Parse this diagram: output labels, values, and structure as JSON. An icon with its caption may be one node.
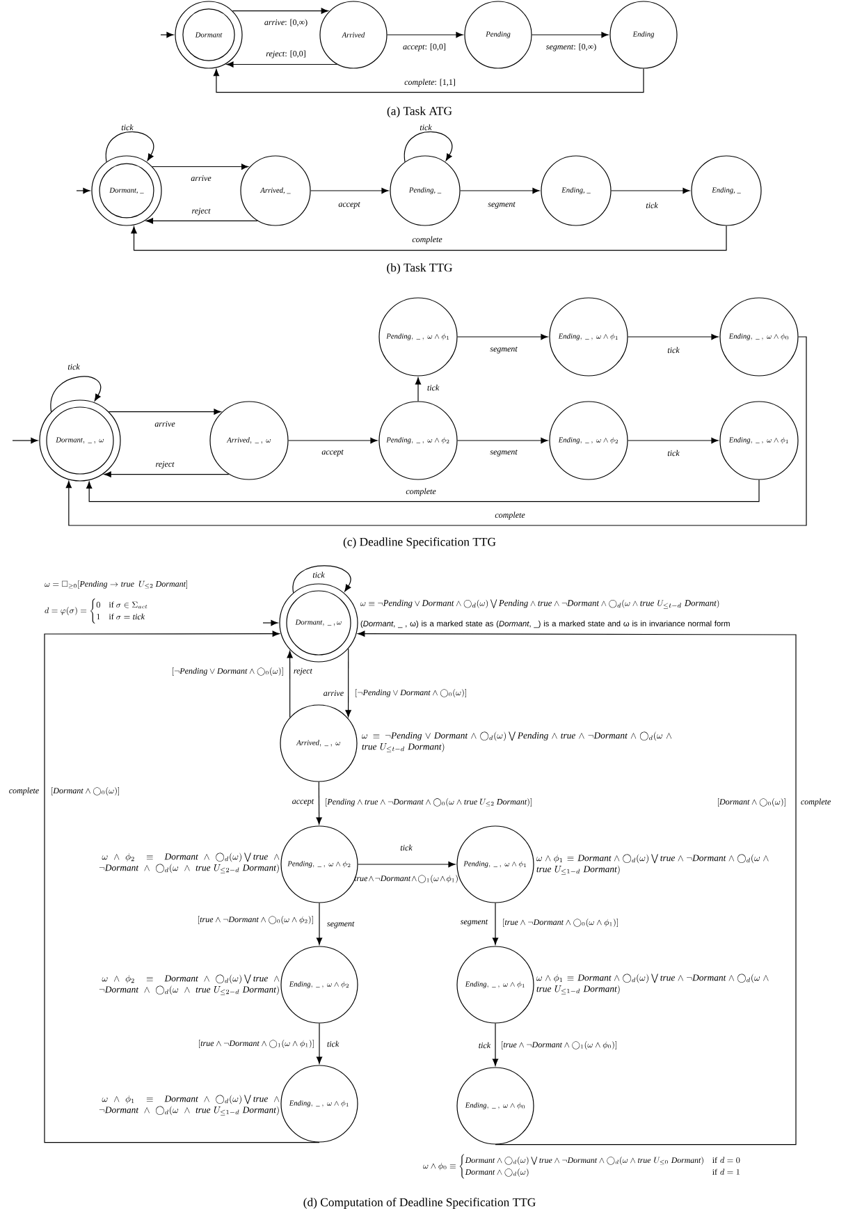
{
  "diagram": {
    "nodes": [
      {
        "text": [
          "Dormant"
        ]
      },
      {
        "text": [
          "Arrived"
        ]
      },
      {
        "text": [
          "Pending"
        ]
      },
      {
        "text": [
          "Ending"
        ]
      },
      {
        "text": [
          "Dormant, _"
        ]
      },
      {
        "text": [
          "Arrived, _"
        ]
      },
      {
        "text": [
          "Pending, _"
        ]
      },
      {
        "text": [
          "Ending, _"
        ]
      },
      {
        "text": [
          "Ending, _"
        ]
      },
      {
        "text": [
          "\\mathit{Pending},\\ \\_\\ ,\\ \\omega\\wedge\\phi_1"
        ]
      },
      {
        "text": [
          "\\mathit{Ending},\\ \\_\\ ,\\ \\omega\\wedge\\phi_1"
        ]
      },
      {
        "text": [
          "\\mathit{Ending},\\ \\_\\ ,\\ \\omega\\wedge\\phi_0"
        ]
      },
      {
        "text": [
          "\\mathit{Dormant},\\ \\_\\ ,\\ \\omega"
        ]
      },
      {
        "text": [
          "\\mathit{Arrived},\\ \\_\\ ,\\ \\omega"
        ]
      },
      {
        "text": [
          "\\mathit{Pending},\\ \\_\\ ,\\ \\omega\\wedge\\phi_2"
        ]
      },
      {
        "text": [
          "\\mathit{Ending},\\ \\_\\ ,\\ \\omega\\wedge\\phi_2"
        ]
      },
      {
        "text": [
          "\\mathit{Ending},\\ \\_\\ ,\\ \\omega\\wedge\\phi_1"
        ]
      },
      {
        "text": [
          "\\mathit{Dormant},\\ \\_\\ ,\\omega"
        ],
        "beside": [
          "\\omega \\equiv \\neg \\mathit{Pending} \\vee \\mathit{Dormant} \\wedge \\bigcirc_d(\\omega) \\bigvee \\mathit{Pending} \\wedge \\mathit{true} \\wedge \\neg \\mathit{Dormant} \\wedge \\bigcirc_d(\\omega \\wedge \\mathit{true}\\ U_{\\leq t-d}\\ \\mathit{Dormant})",
          "(*Dormant*, _ , ω) is a marked state as (*Dormant*, _) is a marked state and ω is in invariance normal form"
        ]
      },
      {
        "text": [
          "\\mathit{Arrived},\\ \\_\\ ,\\ \\omega"
        ],
        "beside": [
          "\\omega \\equiv \\neg \\mathit{Pending} \\vee \\mathit{Dormant} \\wedge \\bigcirc_d(\\omega) \\bigvee \\mathit{Pending} \\wedge \\mathit{true} \\wedge \\neg \\mathit{Dormant} \\wedge \\bigcirc_d(\\omega \\wedge \\mathit{true}\\ U_{\\leq t-d}\\ \\mathit{Dormant})"
        ]
      },
      {
        "text": [
          "\\mathit{Pending},\\ \\_\\ ,\\ \\omega\\wedge\\phi_2"
        ],
        "beside": [
          "\\omega \\wedge \\phi_2 \\equiv \\mathit{Dormant} \\wedge \\bigcirc_d(\\omega) \\bigvee \\mathit{true} \\wedge \\neg \\mathit{Dormant} \\wedge \\bigcirc_d(\\omega \\wedge \\mathit{true}\\ U_{\\leq 2-d}\\ \\mathit{Dormant})"
        ]
      },
      {
        "text": [
          "\\mathit{Pending},\\ \\_\\ ,\\ \\omega\\wedge\\phi_1"
        ],
        "beside": [
          "\\omega \\wedge \\phi_1 \\equiv \\mathit{Dormant} \\wedge \\bigcirc_d(\\omega) \\bigvee \\mathit{true} \\wedge \\neg \\mathit{Dormant} \\wedge \\bigcirc_d(\\omega \\wedge \\mathit{true}\\ U_{\\leq 1-d}\\ \\mathit{Dormant})"
        ]
      },
      {
        "text": [
          "\\mathit{Ending},\\ \\_\\ ,\\ \\omega\\wedge\\phi_2"
        ],
        "beside": [
          "\\omega \\wedge \\phi_2 \\equiv \\mathit{Dormant} \\wedge \\bigcirc_d(\\omega) \\bigvee \\mathit{true} \\wedge \\neg \\mathit{Dormant} \\wedge \\bigcirc_d(\\omega \\wedge \\mathit{true}\\ U_{\\leq 2-d}\\ \\mathit{Dormant})"
        ]
      },
      {
        "text": [
          "\\mathit{Ending},\\ \\_\\ ,\\ \\omega\\wedge\\phi_1"
        ],
        "beside": [
          "\\omega \\wedge \\phi_1 \\equiv \\mathit{Dormant} \\wedge \\bigcirc_d(\\omega) \\bigvee \\mathit{true} \\wedge \\neg \\mathit{Dormant} \\wedge \\bigcirc_d(\\omega \\wedge \\mathit{true}\\ U_{\\leq 1-d}\\ \\mathit{Dormant})"
        ]
      },
      {
        "text": [
          "\\mathit{Ending},\\ \\_\\ ,\\ \\omega\\wedge\\phi_1"
        ],
        "beside": [
          "\\omega \\wedge \\phi_1 \\equiv \\mathit{Dormant} \\wedge \\bigcirc_d(\\omega) \\bigvee \\mathit{true} \\wedge \\neg \\mathit{Dormant} \\wedge \\bigcirc_d(\\omega \\wedge \\mathit{true}\\ U_{\\leq 1-d}\\ \\mathit{Dormant})"
        ]
      },
      {
        "text": [
          "\\mathit{Ending},\\ \\_\\ ,\\ \\omega\\wedge\\phi_0"
        ],
        "beside": [
          "\\omega \\wedge \\phi_0 \\equiv \\begin{cases} \\mathit{Dormant} \\wedge \\bigcirc_d(\\omega) \\bigvee \\mathit{true} \\wedge \\neg \\mathit{Dormant} \\wedge \\bigcirc_d(\\omega \\wedge \\mathit{true}\\ U_{\\leq 0}\\ \\mathit{Dormant}) & \\text{if } d = 0 \\\\ \\mathit{Dormant} \\wedge \\bigcirc_d(\\omega) & \\text{if } d = 1 \\end{cases}"
        ]
      }
    ],
    "edges": [
      {
        "from": null,
        "to": 0,
        "arrow": "to"
      },
      {
        "from": 0,
        "to": 1,
        "arrow": "to",
        "label": "*arrive*: [0,∞)"
      },
      {
        "from": 1,
        "to": 0,
        "arrow": "to",
        "label": "*reject*: [0,0]"
      },
      {
        "from": 1,
        "to": 2,
        "arrow": "to",
        "label": "*accept*: [0,0]"
      },
      {
        "from": 2,
        "to": 3,
        "arrow": "to",
        "label": "*segment*: [0,∞)"
      },
      {
        "from": 3,
        "to": 0,
        "arrow": "to",
        "label": "*complete*: [1,1]"
      },
      {
        "from": null,
        "to": 4,
        "arrow": "to"
      },
      {
        "from": 4,
        "to": 4,
        "arrow": "to",
        "label": "tick"
      },
      {
        "from": 4,
        "to": 5,
        "arrow": "to",
        "label": "arrive"
      },
      {
        "from": 5,
        "to": 4,
        "arrow": "to",
        "label": "reject"
      },
      {
        "from": 5,
        "to": 6,
        "arrow": "to",
        "label": "accept"
      },
      {
        "from": 6,
        "to": 6,
        "arrow": "to",
        "label": "tick"
      },
      {
        "from": 6,
        "to": 7,
        "arrow": "to",
        "label": "segment"
      },
      {
        "from": 7,
        "to": 8,
        "arrow": "to",
        "label": "tick"
      },
      {
        "from": 8,
        "to": 4,
        "arrow": "to",
        "label": "complete"
      },
      {
        "from": null,
        "to": 12,
        "arrow": "to"
      },
      {
        "from": 12,
        "to": 12,
        "arrow": "to",
        "label": "tick"
      },
      {
        "from": 12,
        "to": 13,
        "arrow": "to",
        "label": "arrive"
      },
      {
        "from": 13,
        "to": 12,
        "arrow": "to",
        "label": "reject"
      },
      {
        "from": 13,
        "to": 14,
        "arrow": "to",
        "label": "accept"
      },
      {
        "from": 14,
        "to": 9,
        "arrow": "to",
        "label": "tick"
      },
      {
        "from": 9,
        "to": 10,
        "arrow": "to",
        "label": "segment"
      },
      {
        "from": 10,
        "to": 11,
        "arrow": "to",
        "label": "tick"
      },
      {
        "from": 14,
        "to": 15,
        "arrow": "to",
        "label": "segment"
      },
      {
        "from": 15,
        "to": 16,
        "arrow": "to",
        "label": "tick"
      },
      {
        "from": 16,
        "to": 12,
        "arrow": "to",
        "label": "complete"
      },
      {
        "from": 11,
        "to": 12,
        "arrow": "to",
        "label": "complete"
      },
      {
        "from": null,
        "to": 17,
        "arrow": "to"
      },
      {
        "from": 17,
        "to": 17,
        "arrow": "to",
        "label": "tick"
      },
      {
        "from": 17,
        "to": 18,
        "arrow": "to",
        "label": "arrive"
      },
      {
        "from": 18,
        "to": 17,
        "arrow": "to",
        "label": "reject"
      },
      {
        "from": 18,
        "to": 19,
        "arrow": "to",
        "label": "accept"
      },
      {
        "from": 19,
        "to": 20,
        "arrow": "to",
        "label": "tick"
      },
      {
        "from": 19,
        "to": 21,
        "arrow": "to",
        "label": "segment"
      },
      {
        "from": 20,
        "to": 22,
        "arrow": "to",
        "label": "segment"
      },
      {
        "from": 21,
        "to": 23,
        "arrow": "to",
        "label": "tick"
      },
      {
        "from": 22,
        "to": 24,
        "arrow": "to",
        "label": "tick"
      },
      {
        "from": 23,
        "to": 17,
        "arrow": "to",
        "label": "complete"
      },
      {
        "from": 24,
        "to": 17,
        "arrow": "to",
        "label": "complete"
      }
    ],
    "labels": [
      "(a) Task ATG",
      "(b) Task TTG",
      "(c) Deadline Specification TTG",
      "\\omega = \\square_{\\geq 0}[\\mathit{Pending} \\rightarrow \\mathit{true}\\ \\ U_{\\leq 2}\\ \\mathit{Dormant}]",
      "d = \\varphi(\\sigma) = \\begin{cases} 0 & \\text{if } \\sigma \\in \\Sigma_{act} \\\\ 1 & \\text{if } \\sigma = \\mathit{tick} \\end{cases}",
      "[\\neg \\mathit{Pending} \\vee \\mathit{Dormant} \\wedge \\bigcirc_0(\\omega)]",
      "[\\neg \\mathit{Pending} \\vee \\mathit{Dormant} \\wedge \\bigcirc_0(\\omega)]",
      "[\\mathit{Dormant} \\wedge \\bigcirc_0(\\omega)]",
      "[\\mathit{Pending} \\wedge \\mathit{true} \\wedge \\neg \\mathit{Dormant} \\wedge \\bigcirc_0(\\omega \\wedge \\mathit{true}\\ U_{\\leq 2}\\ \\mathit{Dormant})]",
      "[\\mathit{Dormant} \\wedge \\bigcirc_0(\\omega)]",
      "\\mathit{true} \\wedge \\neg \\mathit{Dormant} \\wedge \\bigcirc_1(\\omega \\wedge \\phi_1)",
      "[\\mathit{true} \\wedge \\neg \\mathit{Dormant} \\wedge \\bigcirc_0(\\omega \\wedge \\phi_2)]",
      "[\\mathit{true} \\wedge \\neg \\mathit{Dormant} \\wedge \\bigcirc_0(\\omega \\wedge \\phi_1)]",
      "[\\mathit{true} \\wedge \\neg \\mathit{Dormant} \\wedge \\bigcirc_1(\\omega \\wedge \\phi_1)]",
      "[\\mathit{true} \\wedge \\neg \\mathit{Dormant} \\wedge \\bigcirc_1(\\omega \\wedge \\phi_0)]",
      "(d) Computation of Deadline Specification TTG"
    ]
  }
}
